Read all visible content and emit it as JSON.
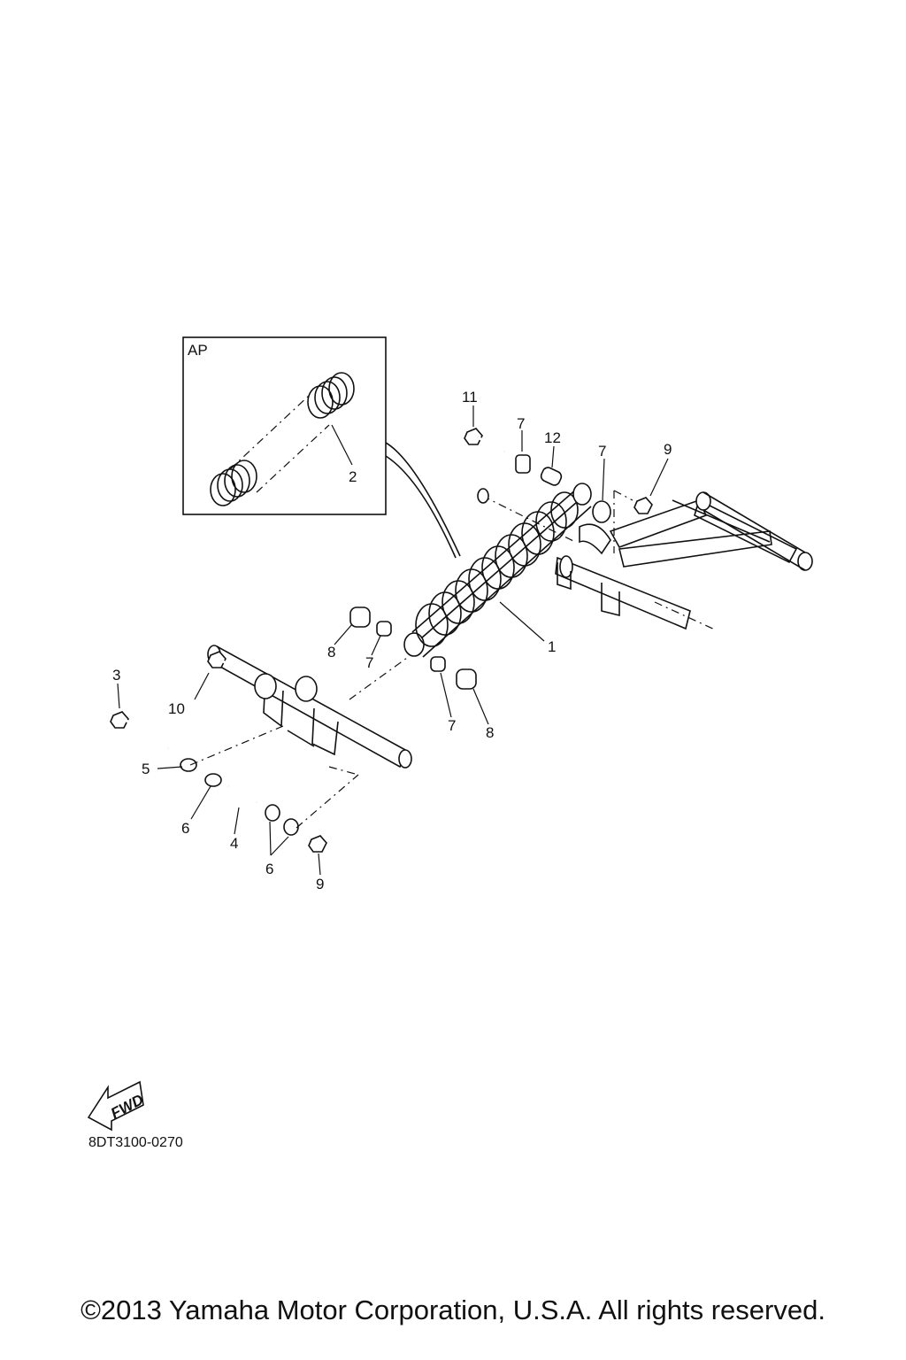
{
  "diagram": {
    "inset_label": "AP",
    "callouts": [
      "1",
      "2",
      "3",
      "4",
      "5",
      "6",
      "6",
      "7",
      "7",
      "7",
      "7",
      "8",
      "8",
      "9",
      "9",
      "10",
      "11",
      "12"
    ],
    "fwd_label": "FWD",
    "drawing_code": "8DT3100-0270"
  },
  "footer": {
    "copyright": "©2013 Yamaha Motor Corporation, U.S.A. All rights reserved."
  }
}
